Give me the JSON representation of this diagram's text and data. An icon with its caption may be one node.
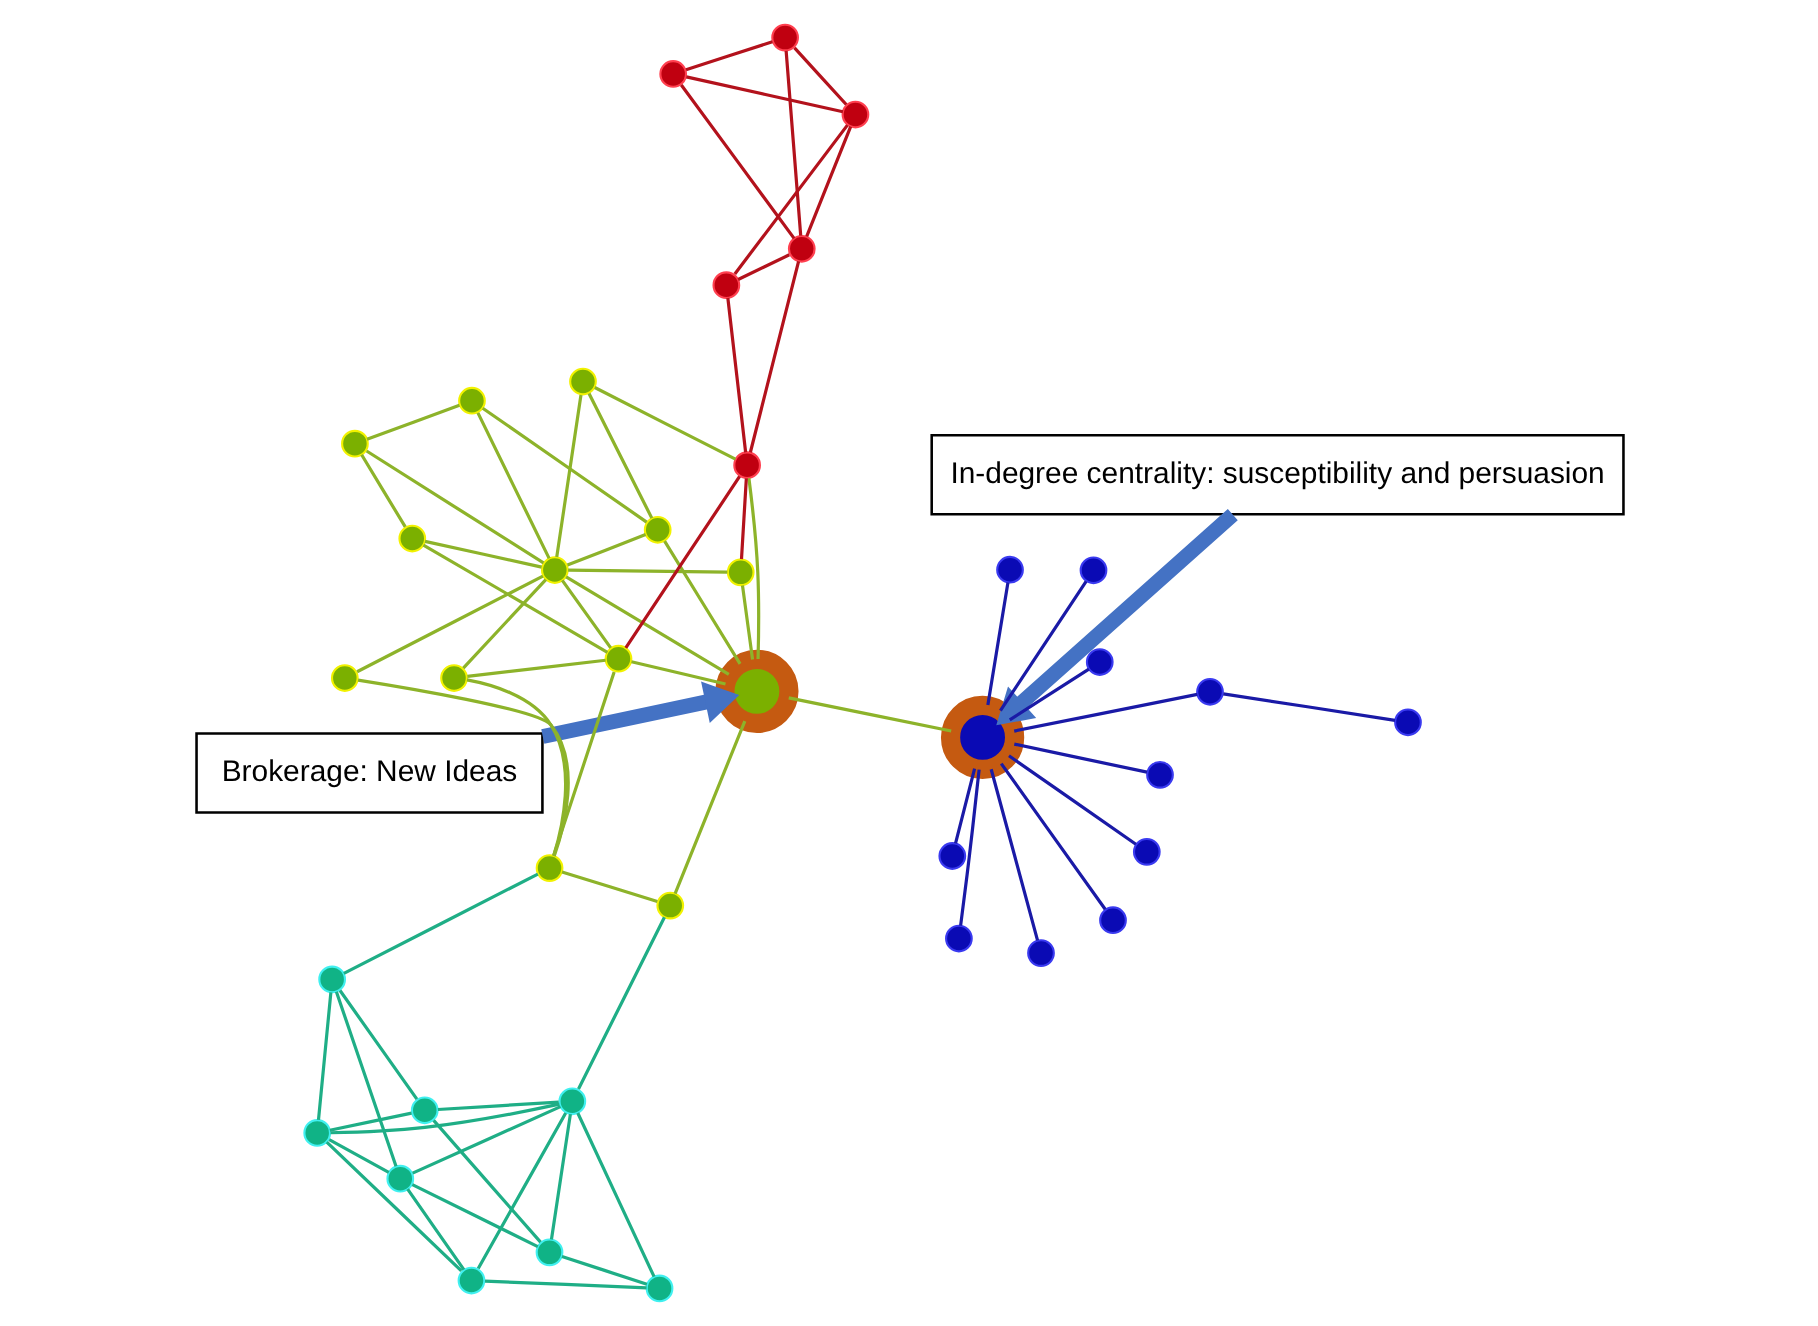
{
  "diagram": {
    "nodes": [
      {
        "text": [
          "In-degree centrality: susceptibility and persuasion"
        ]
      },
      {
        "text": [
          "Brokerage: New Ideas"
        ]
      },
      {
        "text": [],
        "shape": "circle"
      },
      {
        "text": [],
        "shape": "circle"
      },
      {
        "text": [],
        "shape": "circle"
      },
      {
        "text": [],
        "shape": "circle"
      },
      {
        "text": [],
        "shape": "circle"
      },
      {
        "text": [],
        "shape": "circle"
      },
      {
        "text": [],
        "shape": "circle"
      },
      {
        "text": [],
        "shape": "circle"
      },
      {
        "text": [],
        "shape": "circle"
      },
      {
        "text": [],
        "shape": "circle"
      },
      {
        "text": [],
        "shape": "circle"
      },
      {
        "text": [],
        "shape": "circle"
      },
      {
        "text": [],
        "shape": "circle"
      },
      {
        "text": [],
        "shape": "circle"
      },
      {
        "text": [],
        "shape": "circle"
      },
      {
        "text": [],
        "shape": "circle"
      },
      {
        "text": [],
        "shape": "circle"
      },
      {
        "text": [],
        "shape": "circle"
      },
      {
        "text": [],
        "shape": "circle"
      },
      {
        "text": [],
        "shape": "circle"
      },
      {
        "text": [],
        "shape": "circle"
      },
      {
        "text": [],
        "shape": "circle"
      },
      {
        "text": [],
        "shape": "circle"
      },
      {
        "text": [],
        "shape": "circle"
      },
      {
        "text": [],
        "shape": "circle"
      },
      {
        "text": [],
        "shape": "circle"
      },
      {
        "text": [],
        "shape": "circle"
      },
      {
        "text": [],
        "shape": "circle"
      },
      {
        "text": [],
        "shape": "circle"
      },
      {
        "text": [],
        "shape": "circle"
      },
      {
        "text": [],
        "shape": "circle"
      },
      {
        "text": [],
        "shape": "circle"
      },
      {
        "text": [],
        "shape": "circle"
      },
      {
        "text": [],
        "shape": "circle"
      },
      {
        "text": [],
        "shape": "circle"
      },
      {
        "text": [],
        "shape": "circle"
      },
      {
        "text": [],
        "shape": "circle"
      },
      {
        "text": [],
        "shape": "circle"
      },
      {
        "text": [],
        "shape": "circle"
      }
    ],
    "edges": [
      {
        "from": 0,
        "to": 2,
        "arrow": "to",
        "style": "thick",
        "color": "#4472c4"
      },
      {
        "from": 1,
        "to": 14,
        "arrow": "to",
        "style": "thick",
        "color": "#4472c4"
      },
      {
        "from": 2,
        "to": 3,
        "arrow": "none",
        "color": "#1a1aa6"
      },
      {
        "from": 2,
        "to": 4,
        "arrow": "none",
        "color": "#1a1aa6"
      },
      {
        "from": 2,
        "to": 5,
        "arrow": "none",
        "color": "#1a1aa6"
      },
      {
        "from": 6,
        "to": 7,
        "arrow": "none",
        "color": "#1a1aa6"
      },
      {
        "from": 2,
        "to": 7,
        "arrow": "none",
        "color": "#1a1aa6"
      },
      {
        "from": 2,
        "to": 8,
        "arrow": "none",
        "color": "#1a1aa6"
      },
      {
        "from": 2,
        "to": 9,
        "arrow": "none",
        "color": "#1a1aa6"
      },
      {
        "from": 2,
        "to": 10,
        "arrow": "none",
        "color": "#1a1aa6"
      },
      {
        "from": 2,
        "to": 11,
        "arrow": "none",
        "color": "#1a1aa6"
      },
      {
        "from": 2,
        "to": 12,
        "arrow": "none",
        "color": "#1a1aa6"
      },
      {
        "from": 2,
        "to": 13,
        "arrow": "none",
        "color": "#1a1aa6"
      },
      {
        "from": 2,
        "to": 14,
        "arrow": "none",
        "color": "#8db32a"
      },
      {
        "from": 14,
        "to": 15,
        "arrow": "none",
        "color": "#8db32a"
      },
      {
        "from": 14,
        "to": 27,
        "arrow": "none",
        "color": "#8db32a"
      },
      {
        "from": 14,
        "to": 17,
        "arrow": "none",
        "color": "#8db32a"
      },
      {
        "from": 14,
        "to": 18,
        "arrow": "none",
        "color": "#8db32a"
      },
      {
        "from": 14,
        "to": 20,
        "arrow": "none",
        "color": "#8db32a"
      },
      {
        "from": 14,
        "to": 21,
        "arrow": "none",
        "color": "#8db32a"
      },
      {
        "from": 15,
        "to": 16,
        "arrow": "none",
        "color": "#8db32a"
      },
      {
        "from": 15,
        "to": 35,
        "arrow": "none",
        "color": "#1fae86"
      },
      {
        "from": 16,
        "to": 18,
        "arrow": "none",
        "color": "#8db32a"
      },
      {
        "from": 16,
        "to": 19,
        "arrow": "none",
        "color": "#8db32a"
      },
      {
        "from": 16,
        "to": 23,
        "arrow": "none",
        "color": "#8db32a"
      },
      {
        "from": 16,
        "to": 40,
        "arrow": "none",
        "color": "#1fae86"
      },
      {
        "from": 18,
        "to": 19,
        "arrow": "none",
        "color": "#8db32a"
      },
      {
        "from": 18,
        "to": 20,
        "arrow": "none",
        "color": "#8db32a"
      },
      {
        "from": 18,
        "to": 24,
        "arrow": "none",
        "color": "#8db32a"
      },
      {
        "from": 17,
        "to": 20,
        "arrow": "none",
        "color": "#8db32a"
      },
      {
        "from": 19,
        "to": 20,
        "arrow": "none",
        "color": "#8db32a"
      },
      {
        "from": 20,
        "to": 21,
        "arrow": "none",
        "color": "#8db32a"
      },
      {
        "from": 20,
        "to": 22,
        "arrow": "none",
        "color": "#8db32a"
      },
      {
        "from": 20,
        "to": 23,
        "arrow": "none",
        "color": "#8db32a"
      },
      {
        "from": 20,
        "to": 24,
        "arrow": "none",
        "color": "#8db32a"
      },
      {
        "from": 20,
        "to": 25,
        "arrow": "none",
        "color": "#8db32a"
      },
      {
        "from": 20,
        "to": 26,
        "arrow": "none",
        "color": "#8db32a"
      },
      {
        "from": 21,
        "to": 22,
        "arrow": "none",
        "color": "#8db32a"
      },
      {
        "from": 21,
        "to": 25,
        "arrow": "none",
        "color": "#8db32a"
      },
      {
        "from": 22,
        "to": 27,
        "arrow": "none",
        "color": "#8db32a"
      },
      {
        "from": 24,
        "to": 26,
        "arrow": "none",
        "color": "#8db32a"
      },
      {
        "from": 25,
        "to": 26,
        "arrow": "none",
        "color": "#8db32a"
      },
      {
        "from": 18,
        "to": 27,
        "arrow": "none",
        "color": "#b3121c"
      },
      {
        "from": 17,
        "to": 27,
        "arrow": "none",
        "color": "#b3121c"
      },
      {
        "from": 27,
        "to": 28,
        "arrow": "none",
        "color": "#b3121c"
      },
      {
        "from": 27,
        "to": 29,
        "arrow": "none",
        "color": "#b3121c"
      },
      {
        "from": 28,
        "to": 29,
        "arrow": "none",
        "color": "#b3121c"
      },
      {
        "from": 28,
        "to": 30,
        "arrow": "none",
        "color": "#b3121c"
      },
      {
        "from": 29,
        "to": 30,
        "arrow": "none",
        "color": "#b3121c"
      },
      {
        "from": 29,
        "to": 31,
        "arrow": "none",
        "color": "#b3121c"
      },
      {
        "from": 29,
        "to": 32,
        "arrow": "none",
        "color": "#b3121c"
      },
      {
        "from": 30,
        "to": 31,
        "arrow": "none",
        "color": "#b3121c"
      },
      {
        "from": 30,
        "to": 32,
        "arrow": "none",
        "color": "#b3121c"
      },
      {
        "from": 31,
        "to": 32,
        "arrow": "none",
        "color": "#b3121c"
      },
      {
        "from": 33,
        "to": 34,
        "arrow": "none",
        "color": "#1fae86"
      },
      {
        "from": 33,
        "to": 35,
        "arrow": "none",
        "color": "#1fae86"
      },
      {
        "from": 33,
        "to": 36,
        "arrow": "none",
        "color": "#1fae86"
      },
      {
        "from": 34,
        "to": 35,
        "arrow": "none",
        "color": "#1fae86"
      },
      {
        "from": 34,
        "to": 37,
        "arrow": "none",
        "color": "#1fae86"
      },
      {
        "from": 34,
        "to": 38,
        "arrow": "none",
        "color": "#1fae86"
      },
      {
        "from": 35,
        "to": 36,
        "arrow": "none",
        "color": "#1fae86"
      },
      {
        "from": 35,
        "to": 37,
        "arrow": "none",
        "color": "#1fae86"
      },
      {
        "from": 35,
        "to": 38,
        "arrow": "none",
        "color": "#1fae86"
      },
      {
        "from": 35,
        "to": 39,
        "arrow": "none",
        "color": "#1fae86"
      },
      {
        "from": 36,
        "to": 37,
        "arrow": "none",
        "color": "#1fae86"
      },
      {
        "from": 36,
        "to": 39,
        "arrow": "none",
        "color": "#1fae86"
      },
      {
        "from": 37,
        "to": 40,
        "arrow": "none",
        "color": "#1fae86"
      },
      {
        "from": 37,
        "to": 39,
        "arrow": "none",
        "color": "#1fae86"
      },
      {
        "from": 38,
        "to": 39,
        "arrow": "none",
        "color": "#1fae86"
      },
      {
        "from": 38,
        "to": 40,
        "arrow": "none",
        "color": "#1fae86"
      },
      {
        "from": 39,
        "to": 40,
        "arrow": "none",
        "color": "#1fae86"
      }
    ]
  }
}
